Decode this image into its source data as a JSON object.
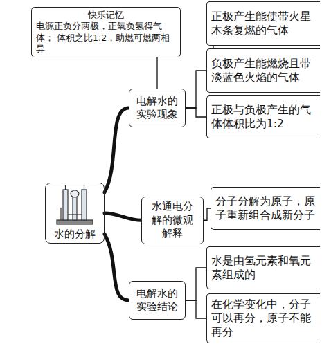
{
  "diagram": {
    "nodes": [
      {
        "text": [
          "水的分解"
        ]
      },
      {
        "text": [
          "快乐记忆",
          "电源正负分两极，正氧负氢得气体； 体积之比1:2，助燃可燃两相异"
        ]
      },
      {
        "text": [
          "电解水的实验现象"
        ]
      },
      {
        "text": [
          "正极产生能使带火星木条复燃的气体"
        ]
      },
      {
        "text": [
          "负极产生能燃烧且带淡蓝色火焰的气体"
        ]
      },
      {
        "text": [
          "正极与负极产生的气体体积比为1:2"
        ]
      },
      {
        "text": [
          "水通电分解的微观解释"
        ]
      },
      {
        "text": [
          "分子分解为原子，原子重新组合成新分子"
        ]
      },
      {
        "text": [
          "电解水的实验结论"
        ]
      },
      {
        "text": [
          "水是由氢元素和氧元素组成的"
        ]
      },
      {
        "text": [
          "在化学变化中，分子可以再分，原子不能再分"
        ]
      }
    ],
    "edges": [
      {
        "from": 0,
        "to": 2,
        "arrow": "none"
      },
      {
        "from": 0,
        "to": 6,
        "arrow": "none"
      },
      {
        "from": 0,
        "to": 8,
        "arrow": "none"
      },
      {
        "from": 2,
        "to": 1,
        "arrow": "none"
      },
      {
        "from": 2,
        "to": 3,
        "arrow": "none"
      },
      {
        "from": 2,
        "to": 4,
        "arrow": "none"
      },
      {
        "from": 2,
        "to": 5,
        "arrow": "none"
      },
      {
        "from": 6,
        "to": 7,
        "arrow": "none"
      },
      {
        "from": 8,
        "to": 9,
        "arrow": "none"
      },
      {
        "from": 8,
        "to": 10,
        "arrow": "none"
      }
    ]
  }
}
